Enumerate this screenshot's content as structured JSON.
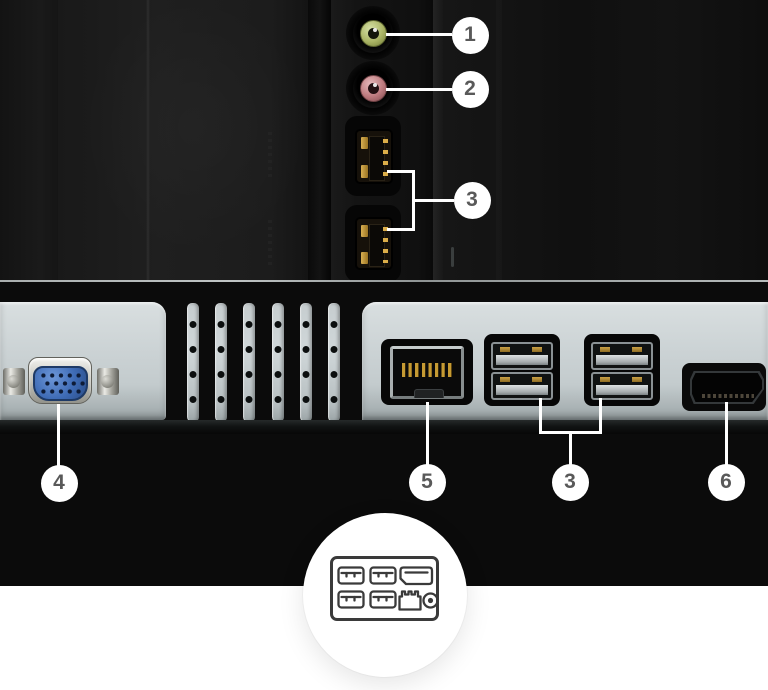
{
  "callouts": {
    "audio_out": {
      "number": "1"
    },
    "audio_in": {
      "number": "2"
    },
    "usb_side_pair": {
      "number": "3"
    },
    "vga_port": {
      "number": "4"
    },
    "ethernet_port": {
      "number": "5"
    },
    "usb_rear_pair": {
      "number": "3"
    },
    "displayport": {
      "number": "6"
    }
  },
  "hero_icon": {
    "glyphs": [
      "usb-icon",
      "usb-icon",
      "displayport-icon",
      "usb-icon",
      "usb-icon",
      "ethernet-icon",
      "audio-jack-icon"
    ]
  },
  "colors": {
    "audio_out_green": "#aab465",
    "audio_in_pink": "#bd7a7e",
    "vga_blue": "#3e6bb5",
    "panel_gray": "#c3cbcd",
    "gold_contact": "#c59a33",
    "callout_bg": "#ffffff",
    "callout_text": "#595959",
    "leader_line": "#ffffff",
    "page_white": "#ffffff"
  }
}
